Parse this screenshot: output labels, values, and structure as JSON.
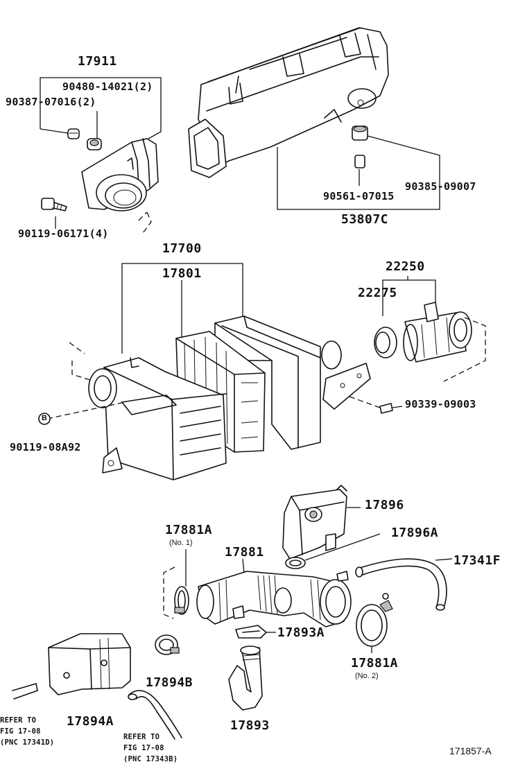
{
  "labels": {
    "p17911": "17911",
    "p90480": "90480-14021(2)",
    "p90387": "90387-07016(2)",
    "p90119a": "90119-06171(4)",
    "p90385": "90385-09007",
    "p90561": "90561-07015",
    "p53807": "53807C",
    "p17700": "17700",
    "p17801": "17801",
    "p22250": "22250",
    "p22275": "22275",
    "p90339": "90339-09003",
    "p90119b": "90119-08A92",
    "p17896": "17896",
    "p17896a": "17896A",
    "p17881a1": "17881A",
    "p17881a1_sub": "(No. 1)",
    "p17881": "17881",
    "p17341f": "17341F",
    "p17893a": "17893A",
    "p17881a2": "17881A",
    "p17881a2_sub": "(No. 2)",
    "p17894b": "17894B",
    "p17894a": "17894A",
    "p17893": "17893",
    "bolt_mark": "B"
  },
  "refs": {
    "ref1": [
      "REFER TO",
      "FIG 17-08",
      "(PNC 17341D)"
    ],
    "ref2": [
      "REFER TO",
      "FIG 17-08",
      "(PNC 17343B)"
    ]
  },
  "figure_id": "171857-A"
}
